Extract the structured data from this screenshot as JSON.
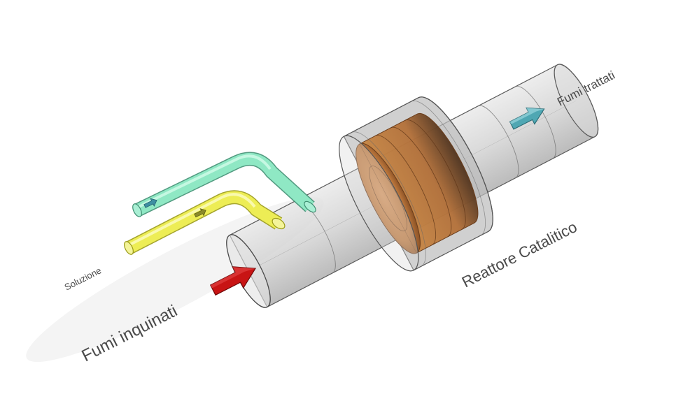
{
  "labels": {
    "inlet": "Fumi inquinati",
    "outlet": "Fumi trattati",
    "reactor": "Reattore Catalitico",
    "solution": "Soluzione"
  },
  "colors": {
    "background": "#ffffff",
    "pipe_fill": "#c9c9c9",
    "pipe_stroke": "#5a5a5a",
    "catalyst": "#c07a3e",
    "catalyst_dark": "#8e5427",
    "green_pipe": "#7fe0b8",
    "yellow_pipe": "#e6e64a",
    "inlet_arrow": "#c81414",
    "outlet_arrow": "#4fa7b3",
    "label_text": "#4a4a4a"
  },
  "icons": {
    "inlet_arrow": "arrow-right-icon",
    "outlet_arrow": "arrow-right-icon",
    "small_flow_arrow": "arrow-right-icon"
  }
}
